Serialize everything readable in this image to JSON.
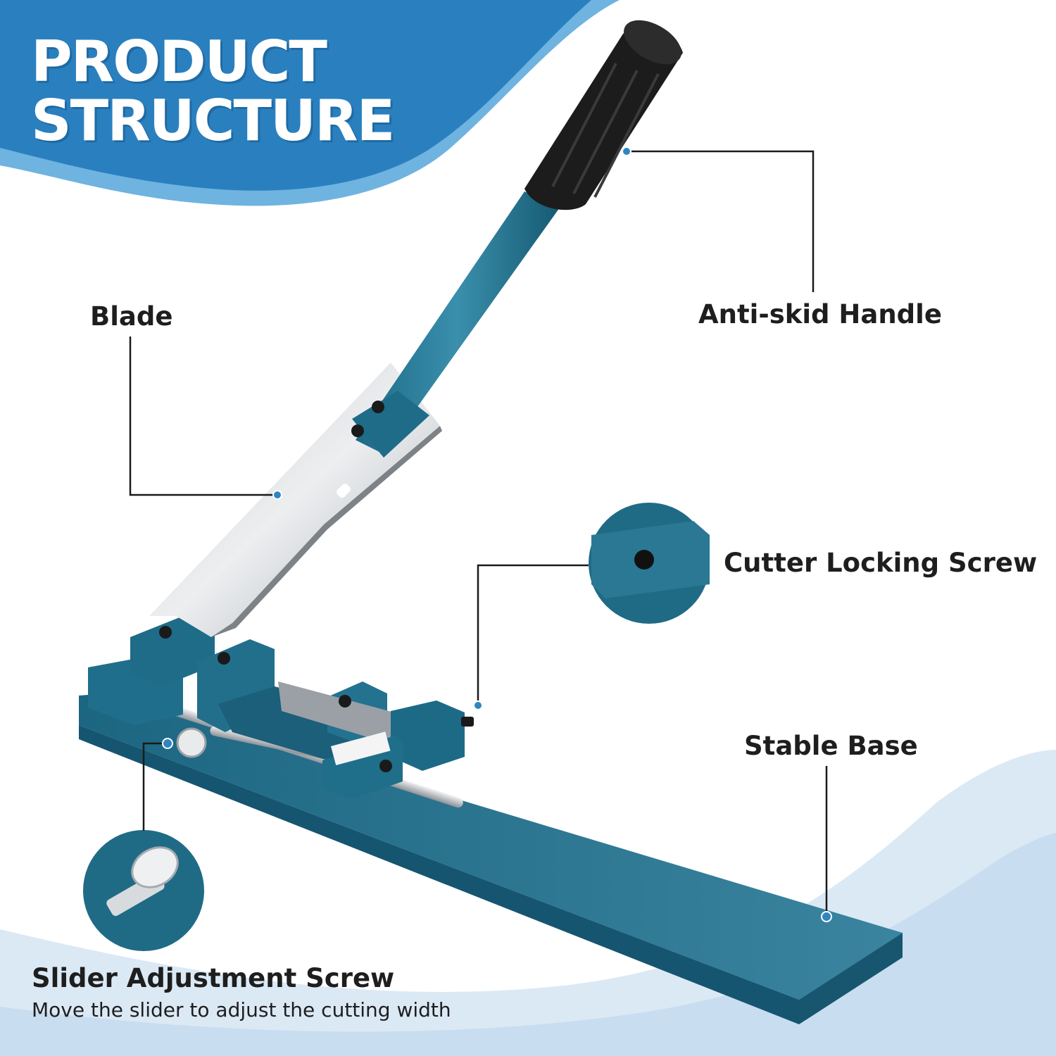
{
  "header": {
    "title_line1": "PRODUCT",
    "title_line2": "STRUCTURE"
  },
  "labels": {
    "blade": "Blade",
    "handle": "Anti-skid Handle",
    "locking_screw": "Cutter Locking Screw",
    "base": "Stable Base",
    "slider_screw": "Slider Adjustment Screw",
    "slider_note": "Move the slider to adjust the cutting width"
  },
  "colors": {
    "banner_blue": "#2a80bf",
    "body_teal": "#1f6b86",
    "pale_blue": "#d9e8f4",
    "leader_line": "#1a1a1a",
    "dot": "#2e86c1"
  }
}
